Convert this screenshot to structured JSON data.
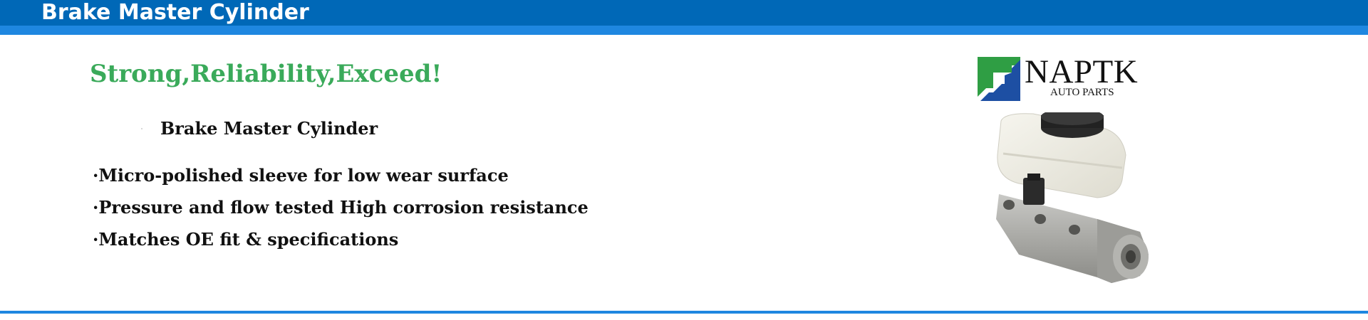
{
  "header": {
    "title": "Brake Master Cylinder"
  },
  "content": {
    "slogan": "Strong,Reliability,Exceed!",
    "product_name": "Brake Master Cylinder",
    "features": [
      "·Micro-polished sleeve for low wear surface",
      "·Pressure and flow tested High corrosion resistance",
      "·Matches OE fit & specifications"
    ]
  },
  "brand": {
    "name": "NAPTK",
    "subtitle": "AUTO PARTS"
  },
  "colors": {
    "header_blue": "#0068b7",
    "accent_blue": "#1e87e0",
    "slogan_green": "#3aaa5a",
    "logo_green": "#2f9e44",
    "logo_blue": "#1d4fa3"
  },
  "icons": {
    "logo": "naptk-logo-icon",
    "product": "brake-master-cylinder-image"
  }
}
